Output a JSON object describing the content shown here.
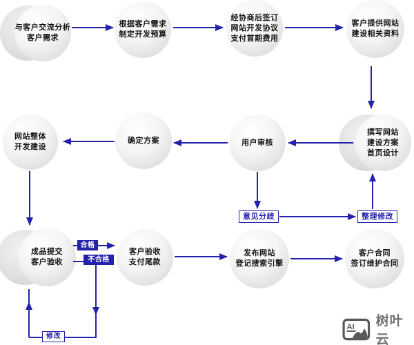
{
  "diagram": {
    "nodes": {
      "n1": {
        "label": "与客户交流分析\n客户需求"
      },
      "n2": {
        "label": "根据客户需求\n制定开发预算"
      },
      "n3": {
        "label": "经协商后签订\n网站开发协议\n支付首期费用"
      },
      "n4": {
        "label": "客户提供网站\n建设相关资料"
      },
      "n5": {
        "label": "撰写网站\n建设方案\n首页设计"
      },
      "n6": {
        "label": "用户审核"
      },
      "n7": {
        "label": "确定方案"
      },
      "n8": {
        "label": "网站整体\n开发建设"
      },
      "n9": {
        "label": "成品提交\n客户验收"
      },
      "n10": {
        "label": "客户验收\n支付尾款"
      },
      "n11": {
        "label": "发布网站\n登记搜索引擎"
      },
      "n12": {
        "label": "客户合同\n签订维护合同"
      }
    },
    "edge_labels": {
      "pass": "合格",
      "fail": "不合格",
      "revise": "修改",
      "disagreement": "意见分歧",
      "organize": "整理修改"
    },
    "colors": {
      "arrow": "#2222aa",
      "tag_bg": "#2222aa",
      "node_text": "#141414",
      "watermark_gray": "#59595c"
    },
    "watermark": {
      "icon_label": "AI",
      "brand": "树叶云"
    }
  }
}
